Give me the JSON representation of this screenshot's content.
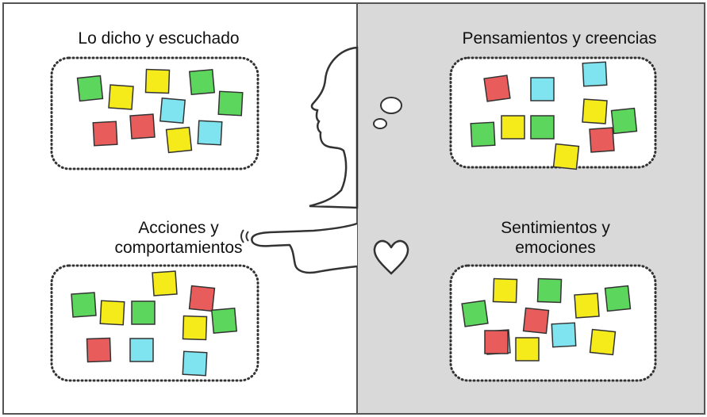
{
  "colors": {
    "background_left": "#ffffff",
    "background_right": "#d9d9d9",
    "frame": "#555555",
    "green": "#5cd65c",
    "yellow": "#f5ea1a",
    "red": "#e85c5c",
    "cyan": "#7fe3f0",
    "note_border": "#333333",
    "silhouette": "#333333"
  },
  "quadrants": [
    {
      "id": "said-heard",
      "lines": [
        "Lo dicho y escuchado"
      ],
      "note_colors": [
        "green",
        "yellow",
        "yellow",
        "green",
        "green",
        "red",
        "cyan",
        "red",
        "yellow",
        "cyan"
      ]
    },
    {
      "id": "thoughts-beliefs",
      "lines": [
        "Pensamientos y creencias"
      ],
      "note_colors": [
        "red",
        "cyan",
        "cyan",
        "yellow",
        "green",
        "yellow",
        "green",
        "green",
        "red",
        "yellow"
      ]
    },
    {
      "id": "actions-behaviors",
      "lines": [
        "Acciones y",
        "comportamientos"
      ],
      "note_colors": [
        "yellow",
        "green",
        "yellow",
        "green",
        "red",
        "yellow",
        "green",
        "red",
        "cyan",
        "cyan"
      ]
    },
    {
      "id": "feelings-emotions",
      "lines": [
        "Sentimientos y",
        "emociones"
      ],
      "note_colors": [
        "green",
        "yellow",
        "green",
        "yellow",
        "green",
        "red",
        "yellow",
        "cyan",
        "cyan",
        "yellow",
        "red"
      ]
    }
  ],
  "icons": [
    "head-silhouette-icon",
    "thought-bubble-icon",
    "heart-icon",
    "pointing-hand-icon"
  ]
}
